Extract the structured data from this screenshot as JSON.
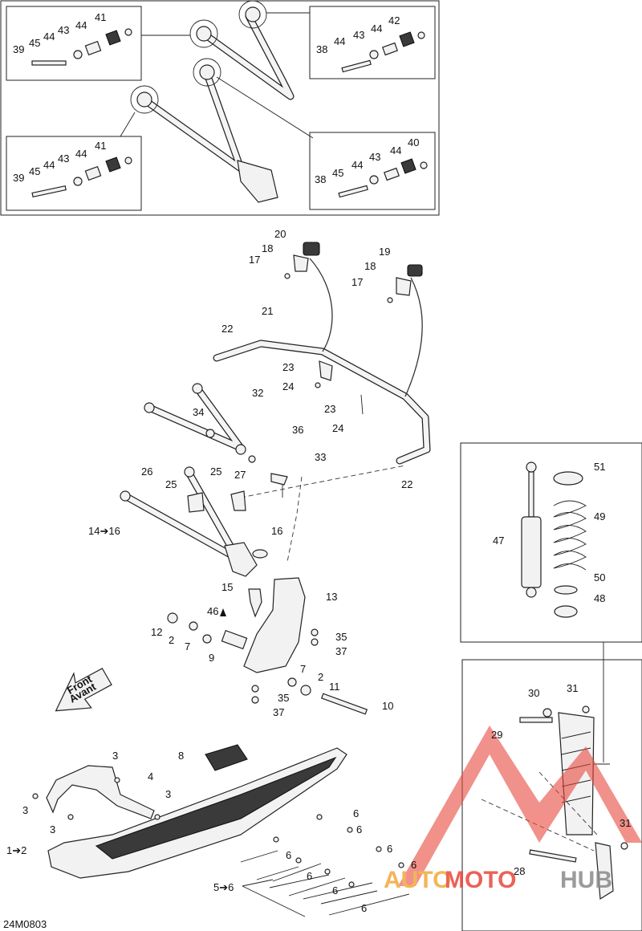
{
  "drawing_code": "24M0803",
  "watermark": {
    "text_auto": "AUTO",
    "text_moto": "MOTO",
    "text_hub": "HUB",
    "color_red": "#e8473c",
    "color_orange": "#f2a93b",
    "color_gray": "#8a8a8a"
  },
  "arrow_label": {
    "line1": "Front",
    "line2": "Avant"
  },
  "callouts": {
    "tl": [
      "39",
      "45",
      "44",
      "43",
      "44",
      "41"
    ],
    "tr": [
      "38",
      "44",
      "43",
      "44",
      "42"
    ],
    "bl": [
      "39",
      "45",
      "44",
      "43",
      "44",
      "41"
    ],
    "br": [
      "38",
      "45",
      "44",
      "43",
      "44",
      "40"
    ],
    "sway": [
      "20",
      "18",
      "17",
      "19",
      "18",
      "17",
      "21",
      "22",
      "23",
      "24",
      "23",
      "24",
      "22"
    ],
    "arms": [
      "32",
      "34",
      "36",
      "33",
      "26",
      "25",
      "25",
      "27",
      "14➔16",
      "16",
      "15",
      "13",
      "46",
      "12",
      "2",
      "7",
      "9",
      "35",
      "37",
      "7",
      "2",
      "11",
      "35",
      "37",
      "10"
    ],
    "ski": [
      "3",
      "4",
      "8",
      "3",
      "3",
      "3",
      "1➔2",
      "6",
      "6",
      "6",
      "6",
      "6",
      "6",
      "6",
      "6",
      "5➔6"
    ],
    "shock": [
      "51",
      "49",
      "47",
      "50",
      "48"
    ],
    "inst": [
      "30",
      "31",
      "29",
      "31",
      "28"
    ]
  }
}
